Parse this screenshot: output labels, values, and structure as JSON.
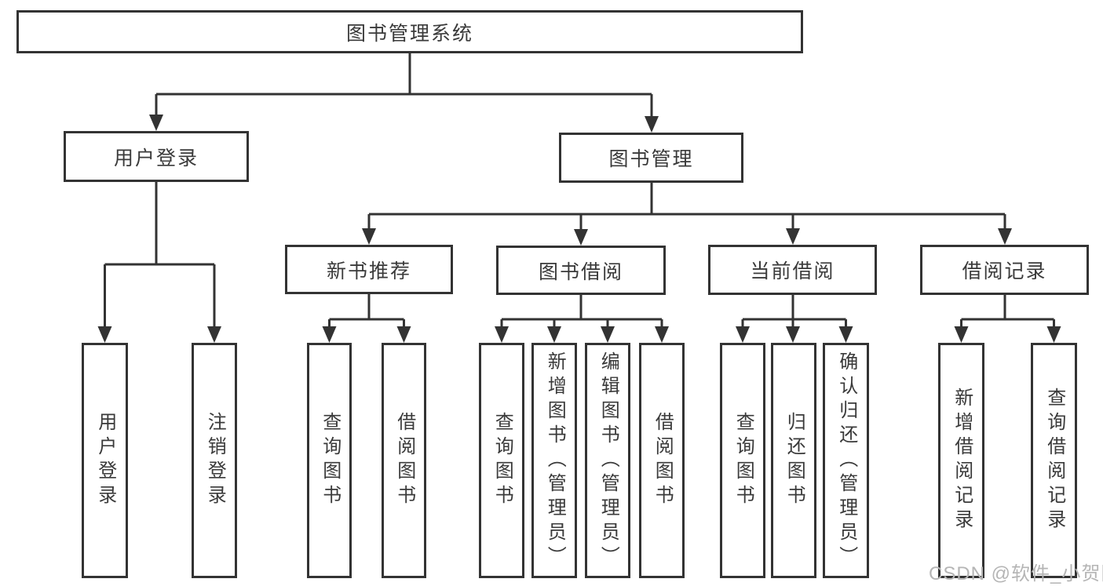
{
  "tree": {
    "label": "图书管理系统",
    "children": [
      {
        "label": "用户登录",
        "children": [
          {
            "label": "用户登录"
          },
          {
            "label": "注销登录"
          }
        ]
      },
      {
        "label": "图书管理",
        "children": [
          {
            "label": "新书推荐",
            "children": [
              {
                "label": "查询图书"
              },
              {
                "label": "借阅图书"
              }
            ]
          },
          {
            "label": "图书借阅",
            "children": [
              {
                "label": "查询图书"
              },
              {
                "label": "新增图书（管理员）"
              },
              {
                "label": "编辑图书（管理员）"
              },
              {
                "label": "借阅图书"
              }
            ]
          },
          {
            "label": "当前借阅",
            "children": [
              {
                "label": "查询图书"
              },
              {
                "label": "归还图书"
              },
              {
                "label": "确认归还（管理员）"
              }
            ]
          },
          {
            "label": "借阅记录",
            "children": [
              {
                "label": "新增借阅记录"
              },
              {
                "label": "查询借阅记录"
              }
            ]
          }
        ]
      }
    ]
  },
  "watermark": "CSDN @软件_小贺同学",
  "colors": {
    "line": "#333333",
    "box_border": "#333333",
    "box_background": "#ffffff",
    "text": "#3a3a3a",
    "watermark_text": "#b5b5b5"
  }
}
